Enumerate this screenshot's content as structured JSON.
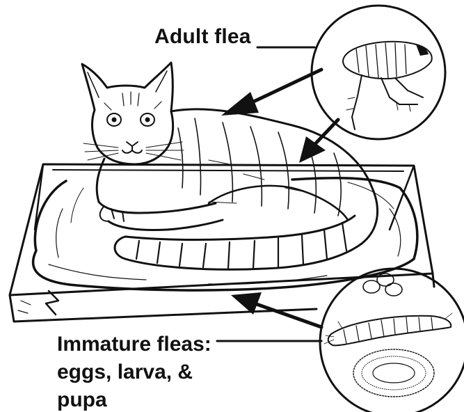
{
  "labels": {
    "adult": "Adult flea",
    "immature_line1": "Immature fleas:",
    "immature_line2": "eggs, larva, &",
    "immature_line3": "pupa"
  },
  "colors": {
    "ink": "#111111",
    "background": "#ffffff"
  },
  "icons": {
    "adult": "flea-icon",
    "eggs": "eggs-icon",
    "larva": "larva-icon",
    "pupa": "pupa-icon",
    "cat": "cat-illustration",
    "bed": "bed-illustration"
  }
}
